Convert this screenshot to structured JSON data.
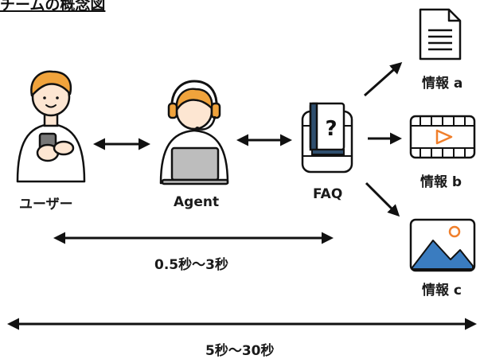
{
  "title": "チームの概念図",
  "nodes": {
    "user": "ユーザー",
    "agent": "Agent",
    "faq": "FAQ",
    "faq_symbol": "?",
    "info_a": "情報 a",
    "info_b": "情報 b",
    "info_c": "情報 c"
  },
  "spans": {
    "short": "0.5秒〜3秒",
    "long": "5秒〜30秒"
  },
  "colors": {
    "line": "#111111",
    "skin": "#fde6d2",
    "hair": "#f0a33c",
    "laptop": "#bdbdbd",
    "book": "#2f4f6f",
    "play": "#f07f2b",
    "mountain": "#3a7cc0",
    "sun": "#f07f2b"
  }
}
